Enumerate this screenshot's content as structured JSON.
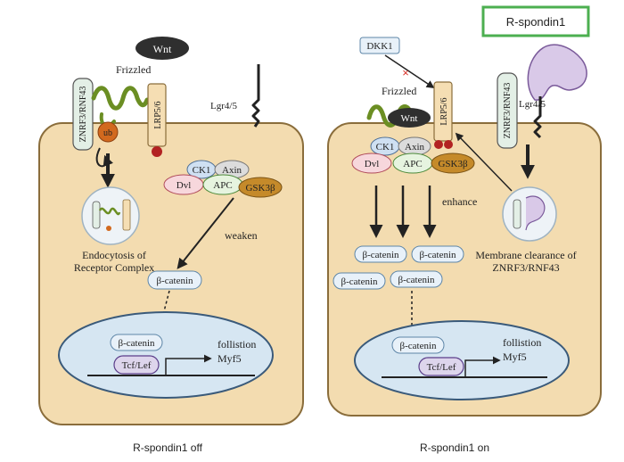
{
  "colors": {
    "cell_fill": "#f3dcb0",
    "cell_stroke": "#8a6d3b",
    "nucleus_fill": "#d6e6f2",
    "nucleus_stroke": "#3a5a7a",
    "frizzled_green": "#6b8e23",
    "lrp_fill": "#f5deb3",
    "lrp_red": "#b22222",
    "ub_orange": "#d2691e",
    "dvl_pink": "#f7d7dc",
    "apc_green": "#e6f4df",
    "gsk_gold": "#c58a2a",
    "axin_grey": "#dcdcdc",
    "ck1_blue": "#cfe0f2",
    "rspondin_purple": "#d9c9e8",
    "rspondin_box_green": "#4caf50",
    "wnt_dark": "#2f2f2f"
  },
  "left": {
    "wnt": "Wnt",
    "frizzled": "Frizzled",
    "znrf": "ZNRF3/RNF43",
    "lrp": "LRP5/6",
    "lgr": "Lgr4/5",
    "ub": "ub",
    "ck1": "CK1",
    "axin": "Axin",
    "dvl": "Dvl",
    "apc": "APC",
    "gsk": "GSK3β",
    "weaken": "weaken",
    "endocytosis_1": "Endocytosis of",
    "endocytosis_2": "Receptor Complex",
    "bcat": "β-catenin",
    "bcat_nuc": "β-catenin",
    "tcf": "Tcf/Lef",
    "follistion": "follistion",
    "myf5": "Myf5",
    "caption": "R-spondin1 off"
  },
  "right": {
    "rspondin_box": "R-spondin1",
    "dkk1": "DKK1",
    "frizzled": "Frizzled",
    "wnt": "Wnt",
    "lrp": "LRP5/6",
    "znrf": "ZNRF3/RNF43",
    "lgr": "Lgr4/5",
    "ck1": "CK1",
    "axin": "Axin",
    "dvl": "Dvl",
    "apc": "APC",
    "gsk": "GSK3β",
    "enhance": "enhance",
    "bcat": [
      "β-catenin",
      "β-catenin",
      "β-catenin",
      "β-catenin"
    ],
    "membrane_1": "Membrane clearance of",
    "membrane_2": "ZNRF3/RNF43",
    "bcat_nuc": "β-catenin",
    "tcf": "Tcf/Lef",
    "follistion": "follistion",
    "myf5": "Myf5",
    "caption": "R-spondin1 on"
  }
}
